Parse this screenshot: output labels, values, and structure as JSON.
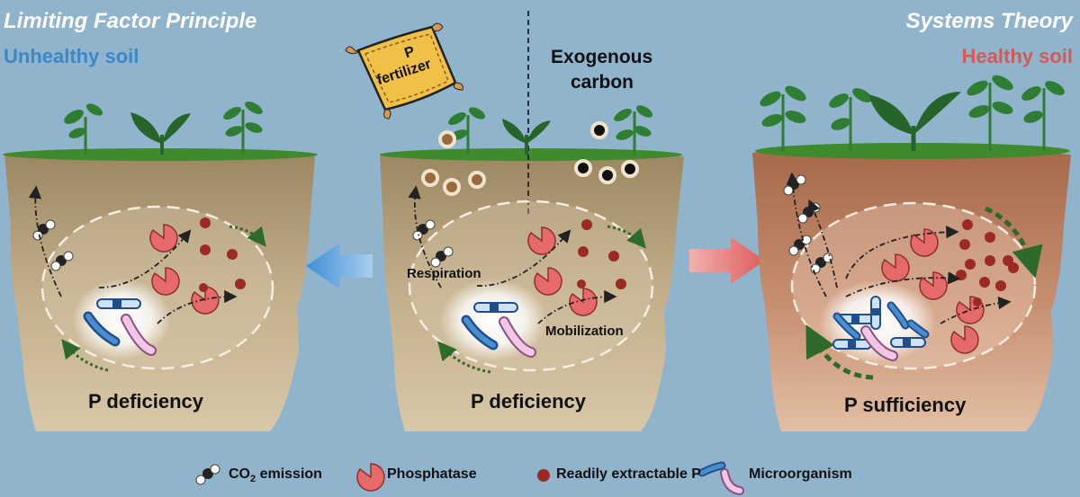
{
  "left": {
    "heading": "Limiting Factor Principle",
    "subheading": "Unhealthy soil",
    "subheading_color": "#3b87c8",
    "status": "P deficiency"
  },
  "center": {
    "fertilizer_label_1": "P",
    "fertilizer_label_2": "fertilizer",
    "carbon_label_1": "Exogenous",
    "carbon_label_2": "carbon",
    "respiration": "Respiration",
    "mobilization": "Mobilization",
    "status": "P deficiency"
  },
  "right": {
    "heading": "Systems Theory",
    "subheading": "Healthy soil",
    "subheading_color": "#d45a5a",
    "status": "P sufficiency"
  },
  "legend": {
    "co2_prefix": "CO",
    "co2_sub": "2",
    "co2_suffix": " emission",
    "phosphatase": "Phosphatase",
    "readily_p": "Readily extractable P",
    "microorganism": "Microorganism"
  },
  "colors": {
    "background": "#8fb4cc",
    "soil_unhealthy": "#bda883",
    "soil_healthy": "#b77d5e",
    "plant": "#2f7d32",
    "arrow_left": "#3f8ed6",
    "arrow_right": "#e06868",
    "phosphatase": "#e66a6a",
    "readily_p": "#9b2a22"
  }
}
